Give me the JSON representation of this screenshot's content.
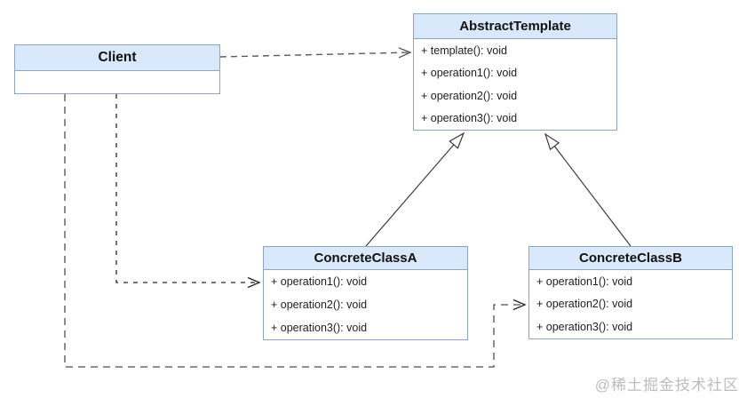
{
  "diagram": {
    "pattern": "Template Method UML class diagram",
    "classes": [
      {
        "id": "client",
        "name": "Client",
        "methods": []
      },
      {
        "id": "abstract-template",
        "name": "AbstractTemplate",
        "methods": [
          "+ template(): void",
          "+ operation1(): void",
          "+ operation2(): void",
          "+ operation3(): void"
        ]
      },
      {
        "id": "concrete-class-a",
        "name": "ConcreteClassA",
        "methods": [
          "+ operation1(): void",
          "+ operation2(): void",
          "+ operation3(): void"
        ]
      },
      {
        "id": "concrete-class-b",
        "name": "ConcreteClassB",
        "methods": [
          "+ operation1(): void",
          "+ operation2(): void",
          "+ operation3(): void"
        ]
      }
    ],
    "relations": [
      {
        "from": "Client",
        "to": "AbstractTemplate",
        "type": "dependency",
        "line": "dashed",
        "arrowhead": "open"
      },
      {
        "from": "Client",
        "to": "ConcreteClassA",
        "type": "dependency",
        "line": "dashed",
        "arrowhead": "open"
      },
      {
        "from": "Client",
        "to": "ConcreteClassB",
        "type": "dependency",
        "line": "dashed",
        "arrowhead": "open"
      },
      {
        "from": "ConcreteClassA",
        "to": "AbstractTemplate",
        "type": "generalization",
        "line": "solid",
        "arrowhead": "hollow-triangle"
      },
      {
        "from": "ConcreteClassB",
        "to": "AbstractTemplate",
        "type": "generalization",
        "line": "solid",
        "arrowhead": "hollow-triangle"
      }
    ],
    "colors": {
      "header_fill": "#dae8fc",
      "body_fill": "#ffffff",
      "box_border": "#8ba4c1",
      "dashed_line_gray": "#5a5a5a",
      "dashed_line_dark": "#242424",
      "solid_line": "#3a3a3a"
    },
    "watermark": "@稀土掘金技术社区"
  }
}
